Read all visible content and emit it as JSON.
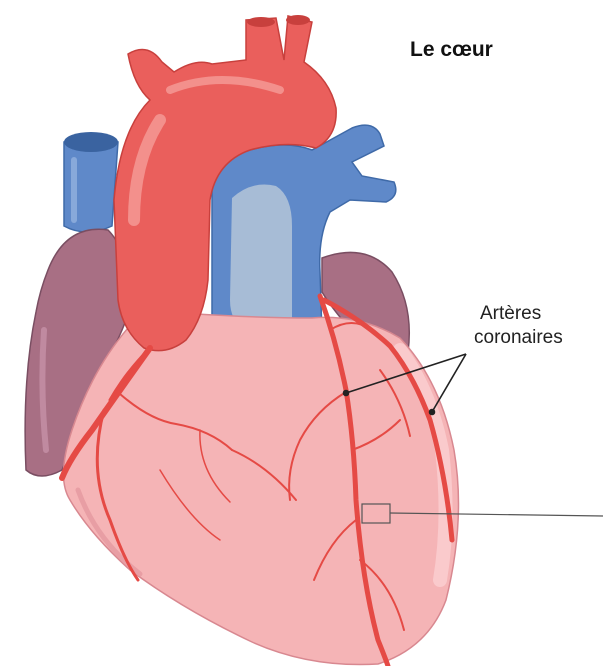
{
  "title": "Le cœur",
  "annotation": {
    "line1": "Artères",
    "line2": "coronaires"
  },
  "colors": {
    "aorta": "#ea5f5c",
    "vein": "#5f89c9",
    "vein_highlight": "#a7bcd6",
    "heart_muscle": "#f5b4b6",
    "atrium": "#a86f84",
    "coronary": "#e54a45"
  }
}
